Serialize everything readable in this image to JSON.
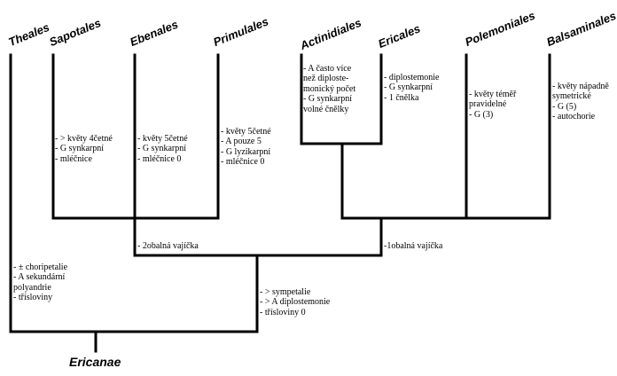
{
  "root_label": "Ericanae",
  "orders": {
    "theales": "Theales",
    "sapotales": "Sapotales",
    "ebenales": "Ebenales",
    "primulales": "Primulales",
    "actinidiales": "Actinidiales",
    "ericales": "Ericales",
    "polemoniales": "Polemoniales",
    "balsaminales": "Balsaminales"
  },
  "notes": {
    "sapotales": [
      "- > květy 4četné",
      "- G synkarpní",
      "- mléčnice"
    ],
    "ebenales": [
      "- květy 5četné",
      "- G synkarpní",
      "- mléčnice 0"
    ],
    "primulales": [
      "- květy 5četné",
      "- A pouze 5",
      "- G lyzikarpní",
      "- mléčnice 0"
    ],
    "actinidiales": [
      "- A často více",
      "  než diploste-",
      "  monický počet",
      "- G synkarpní",
      "  volné čnělky"
    ],
    "ericales": [
      "- diplostemonie",
      "- G synkarpní",
      "- 1 čnělka"
    ],
    "polemoniales": [
      "- květy téměř",
      "  pravidelné",
      "- G (3)"
    ],
    "balsaminales": [
      "- květy nápadně",
      "  symetrické",
      "- G (5)",
      "- autochorie"
    ],
    "two_integuments": [
      "- 2obalná vajíčka"
    ],
    "one_integument": [
      "-1obalná vajíčka"
    ],
    "theales": [
      "- ± choripetalie",
      "- A sekundární",
      "  polyandrie",
      "- třísloviny"
    ],
    "sympetaly": [
      "- > sympetalie",
      "- > A diplostemonie",
      "- třísloviny 0"
    ]
  }
}
